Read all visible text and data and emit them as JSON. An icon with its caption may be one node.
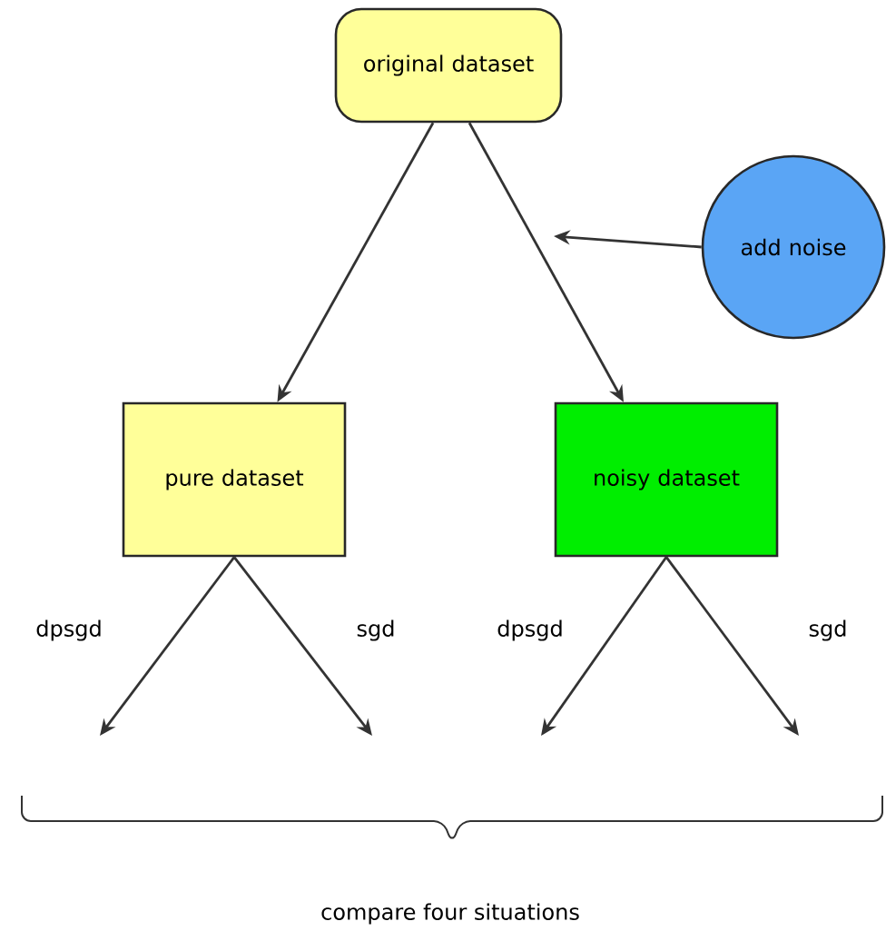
{
  "diagram": {
    "nodes": [
      {
        "text": [
          "original dataset"
        ]
      },
      {
        "text": [
          "add noise"
        ]
      },
      {
        "text": [
          "pure dataset"
        ]
      },
      {
        "text": [
          "noisy dataset"
        ]
      }
    ],
    "edges": [
      {
        "from": 0,
        "to": 2,
        "arrow": "to"
      },
      {
        "from": 0,
        "to": 3,
        "arrow": "to"
      },
      {
        "from": 1,
        "to": null,
        "arrow": "to"
      },
      {
        "from": 2,
        "to": null,
        "arrow": "to",
        "label": "dpsgd"
      },
      {
        "from": 2,
        "to": null,
        "arrow": "to",
        "label": "sgd"
      },
      {
        "from": 3,
        "to": null,
        "arrow": "to",
        "label": "dpsgd"
      },
      {
        "from": 3,
        "to": null,
        "arrow": "to",
        "label": "sgd"
      }
    ],
    "labels": [
      "compare four situations"
    ]
  }
}
